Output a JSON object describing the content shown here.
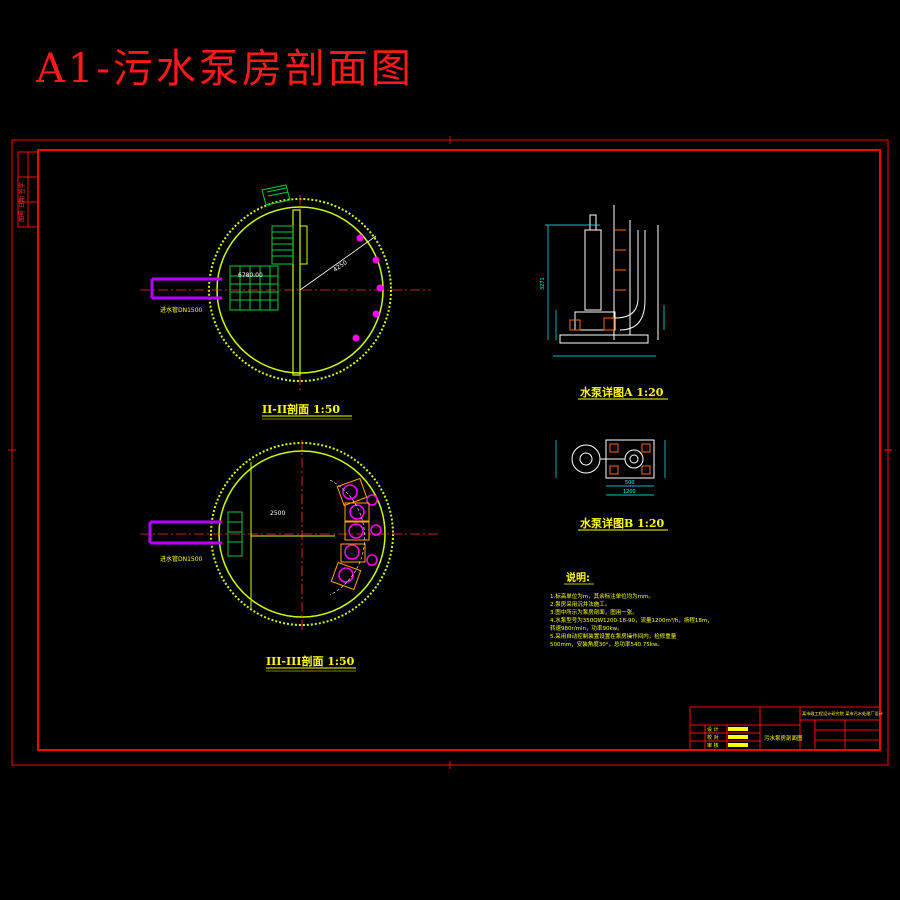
{
  "header": {
    "title": "A1-污水泵房剖面图"
  },
  "views": {
    "section_ii": {
      "label": "II-II剖面 1:50",
      "dim_upper": "6780.00",
      "dim_diag": "4250",
      "pipe_label": "进水管DN1500"
    },
    "section_iii": {
      "label": "III-III剖面 1:50",
      "dim_mid": "2500",
      "pipe_label": "进水管DN1500"
    },
    "pump_detail_a": {
      "label": "水泵详图A 1:20",
      "dim_height": "3271"
    },
    "pump_detail_b": {
      "label": "水泵详图B 1:20",
      "dim_width_1": "500",
      "dim_width_2": "1200"
    }
  },
  "notes": {
    "heading": "说明:",
    "items": [
      "1.标高单位为m，其余标注单位均为mm。",
      "2.泵房采用沉井法施工。",
      "3.图中所示为泵房剖面，图用一张。",
      "4.水泵型号为350QW1200-18-90，流量1200m³/h，扬程18m，",
      "  转速980r/min，功率90kw。",
      "5.采用自动控制装置设置在泵房操作间内，检修重量",
      "  500mm，安装角度30°，总功率540.75kw。"
    ]
  },
  "title_block": {
    "org": "某市政工程设计研究院 某市污水处理厂设计",
    "drawing_name": "污水泵房剖面图",
    "rows": [
      "设 计",
      "校 对",
      "审 核"
    ]
  },
  "left_strip": {
    "text": "图号 日期 签字"
  },
  "colors": {
    "border": "#ff0000",
    "wall": "#c8ff00",
    "label": "#ffff00",
    "pipe": "#b400ff",
    "pump": "#ff00ff",
    "detail": "#ffffff",
    "green": "#00cc44",
    "dim": "#00ffff"
  }
}
